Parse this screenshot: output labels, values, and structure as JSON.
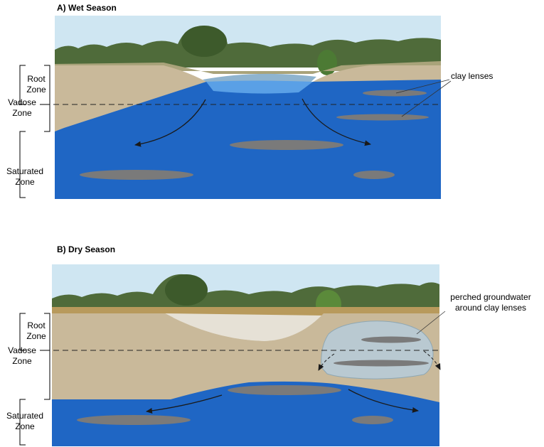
{
  "panels": {
    "wet": {
      "title": "A) Wet Season"
    },
    "dry": {
      "title": "B) Dry Season"
    }
  },
  "zones": {
    "root": [
      "Root",
      "Zone"
    ],
    "vadose": [
      "Vadose",
      "Zone"
    ],
    "saturated": [
      "Saturated",
      "Zone"
    ]
  },
  "annotations": {
    "clay_lenses": "clay lenses",
    "perched": [
      "perched groundwater",
      "around clay lenses"
    ]
  },
  "colors": {
    "soil": "#c9b99a",
    "water": "#1f66c4",
    "water_light": "#5aa0e6",
    "clay": "#7a7a7a",
    "perched": "#b9c9d1",
    "sky": "#cfe6f2",
    "vegetation": "#4f6b3a",
    "dry_grass": "#b89a5c"
  }
}
